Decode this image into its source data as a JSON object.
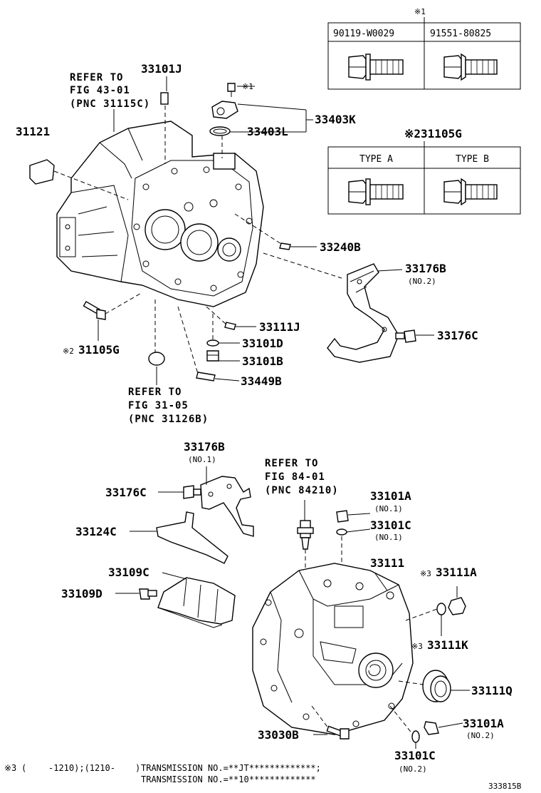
{
  "callouts": {
    "p33101J": "33101J",
    "p31121": "31121",
    "p33403K": "33403K",
    "p33403L": "33403L",
    "p33240B": "33240B",
    "p33176B_top": "33176B",
    "p33176B_top_sub": "(NO.2)",
    "p33176C_top": "33176C",
    "p33111J": "33111J",
    "p33101D": "33101D",
    "p33101B": "33101B",
    "p33449B": "33449B",
    "p31105G_left": "31105G",
    "p33176B_mid": "33176B",
    "p33176B_mid_sub": "(NO.1)",
    "p33176C_mid": "33176C",
    "p33124C": "33124C",
    "p33109C": "33109C",
    "p33109D": "33109D",
    "p33101A_top": "33101A",
    "p33101A_top_sub": "(NO.1)",
    "p33101C_top": "33101C",
    "p33101C_top_sub": "(NO.1)",
    "p33111": "33111",
    "p33111A": "33111A",
    "p33111K": "33111K",
    "p33111Q": "33111Q",
    "p33101A_bot": "33101A",
    "p33101A_bot_sub": "(NO.2)",
    "p33030B": "33030B",
    "p33101C_bot": "33101C",
    "p33101C_bot_sub": "(NO.2)",
    "mark1_bolt": "※1",
    "mark2_left": "※2",
    "mark3_a": "※3",
    "mark3_k": "※3"
  },
  "refs": {
    "ref43_l1": "REFER TO",
    "ref43_l2": "FIG 43-01",
    "ref43_l3": "(PNC 31115C)",
    "ref31_l1": "REFER TO",
    "ref31_l2": "FIG 31-05",
    "ref31_l3": "(PNC 31126B)",
    "ref84_l1": "REFER TO",
    "ref84_l2": "FIG 84-01",
    "ref84_l3": "(PNC 84210)"
  },
  "table1": {
    "mark": "※1",
    "col1": "90119-W0029",
    "col2": "91551-80825"
  },
  "table2": {
    "title": "※231105G",
    "col1": "TYPE A",
    "col2": "TYPE B"
  },
  "footnote": {
    "mark": "※3",
    "open_paren": "(",
    "range1": "-1210);(1210-",
    "close_paren": ")",
    "line1": "TRANSMISSION NO.=**JT*************;",
    "line2": "TRANSMISSION NO.=**10*************"
  },
  "diagram_id": "333815B"
}
